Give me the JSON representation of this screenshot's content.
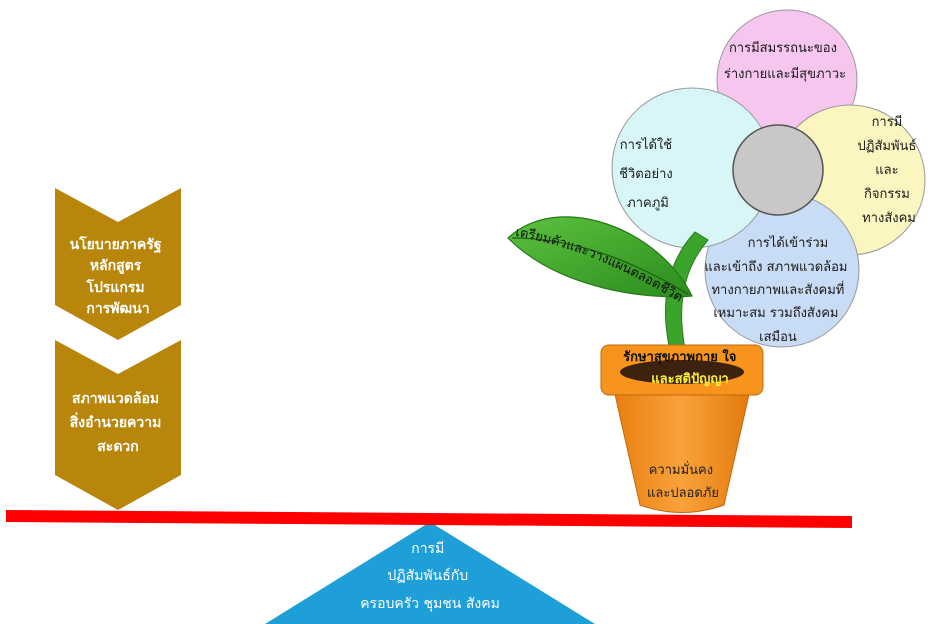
{
  "left_chevrons": [
    {
      "lines": [
        "นโยบายภาครัฐ",
        "หลักสูตร",
        "โปรแกรม",
        "การพัฒนา"
      ]
    },
    {
      "lines": [
        "สภาพแวดล้อม",
        "สิ่งอำนวยความ",
        "สะดวก"
      ]
    }
  ],
  "petals": {
    "top": [
      "การมีสมรรถนะของ",
      "ร่างกายและมีสุขภาวะ"
    ],
    "left": [
      "การได้ใช้",
      "ชีวิตอย่าง",
      "ภาคภูมิ"
    ],
    "right": [
      "การมี",
      "ปฏิสัมพันธ์",
      "และ",
      "กิจกรรม",
      "ทางสังคม"
    ],
    "bottom": [
      "การได้เข้าร่วม",
      "และเข้าถึง สภาพแวดล้อม",
      "ทางกายภาพและสังคมที่",
      "เหมาะสม รวมถึงสังคม",
      "เสมือน"
    ]
  },
  "leaf_text": "เตรียมตัวและวางแผนตลอดชีวิต",
  "pot_rim": [
    "รักษาสุขภาพกาย ใจ",
    "และสติปัญญา"
  ],
  "pot_body": [
    "ความมั่นคง",
    "และปลอดภัย"
  ],
  "fulcrum": [
    "การมี",
    "ปฏิสัมพันธ์กับ",
    "ครอบครัว ชุมชน สังคม"
  ],
  "colors": {
    "chevron": "#b8860b",
    "beam": "#ff0000",
    "fulcrum": "#1e9fd8",
    "pot": "#f7941d",
    "petal_top": "#f6c6ee",
    "petal_left": "#d8f6f8",
    "petal_right": "#fbf5c0",
    "petal_bottom": "#c9dcf5",
    "center": "#c8c8c8",
    "leaf": "#3aa52a"
  }
}
